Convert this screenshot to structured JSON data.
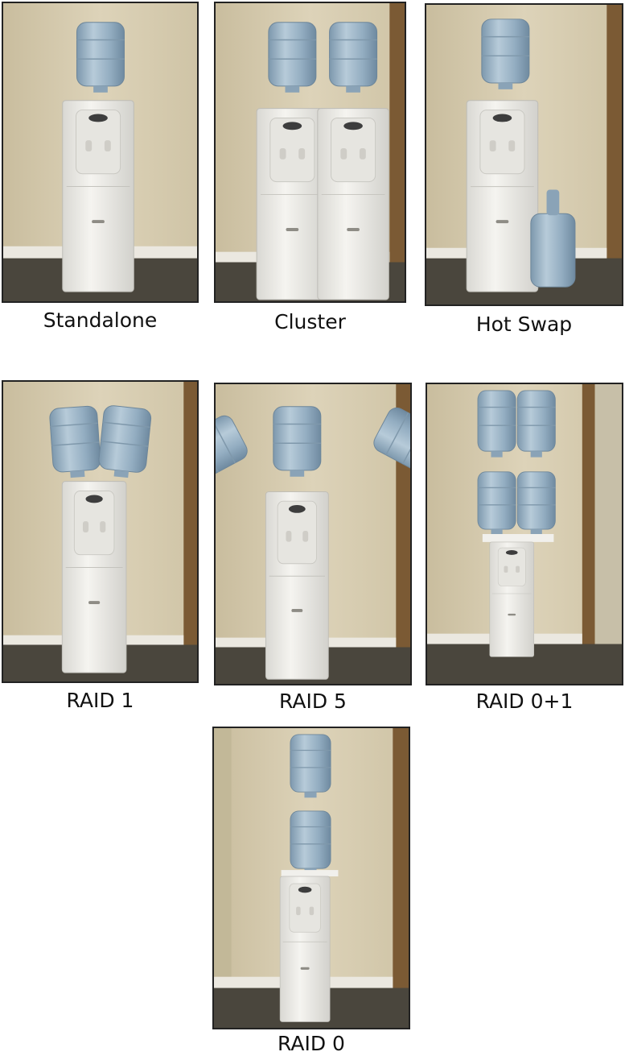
{
  "panels": [
    {
      "id": "standalone",
      "caption": "Standalone"
    },
    {
      "id": "cluster",
      "caption": "Cluster"
    },
    {
      "id": "hot-swap",
      "caption": "Hot Swap"
    },
    {
      "id": "raid-1",
      "caption": "RAID 1"
    },
    {
      "id": "raid-5",
      "caption": "RAID 5"
    },
    {
      "id": "raid-0-1",
      "caption": "RAID 0+1"
    },
    {
      "id": "raid-0",
      "caption": "RAID 0"
    }
  ],
  "colors": {
    "wall": "#d9cfb4",
    "floor": "#4a463d",
    "baseboard": "#ebe8e0",
    "door_frame": "#7b5a34",
    "cooler": "#f1f0ec",
    "bottle": "#9fb8cc"
  }
}
